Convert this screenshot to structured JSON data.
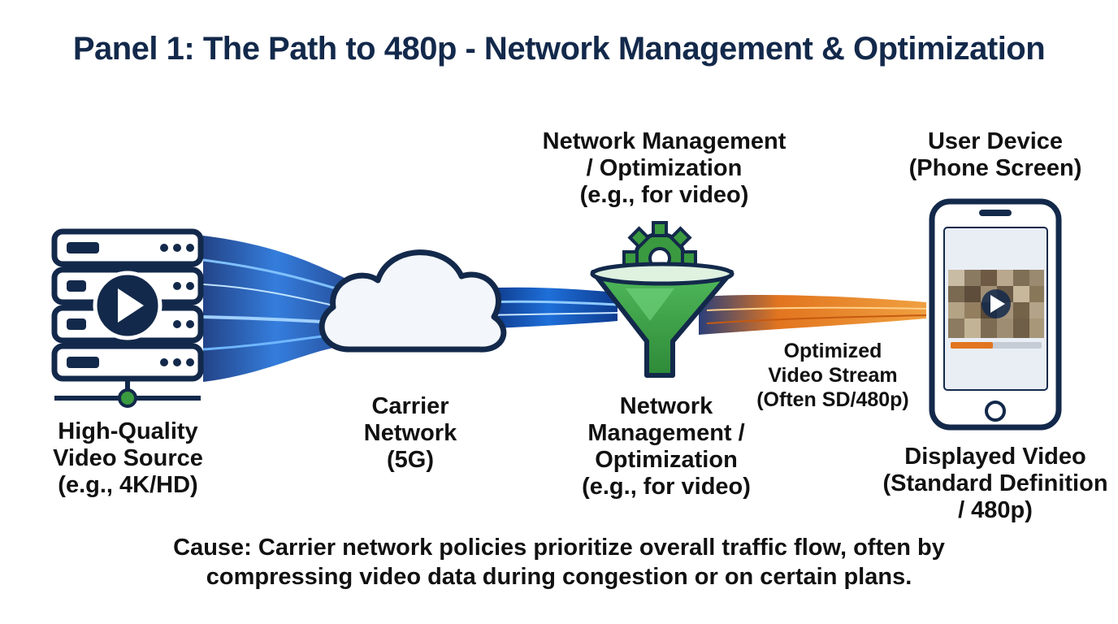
{
  "title": "Panel 1: The Path to 480p - Network Management & Optimization",
  "nodes": {
    "source": {
      "label": "High-Quality\nVideo Source\n(e.g., 4K/HD)"
    },
    "carrier": {
      "label": "Carrier\nNetwork\n(5G)"
    },
    "optimizer": {
      "top_label": "Network Management\n/ Optimization\n(e.g., for video)",
      "bottom_label": "Network\nManagement /\nOptimization\n(e.g., for video)"
    },
    "device": {
      "top_label": "User Device\n(Phone Screen)",
      "bottom_label": "Displayed Video\n(Standard Definition\n/ 480p)"
    }
  },
  "stream_label": "Optimized\nVideo Stream\n(Often SD/480p)",
  "cause": "Cause: Carrier network policies prioritize overall traffic flow, often by\ncompressing video data during congestion or on certain plans.",
  "colors": {
    "navy": "#13294b",
    "blue_stream": "#1e6fd9",
    "orange_stream": "#e2751f",
    "green": "#3a9a3f",
    "cloud_fill": "#f3f6fa"
  },
  "icons": [
    "server-video-icon",
    "cloud-icon",
    "gear-funnel-icon",
    "smartphone-icon",
    "play-icon"
  ]
}
